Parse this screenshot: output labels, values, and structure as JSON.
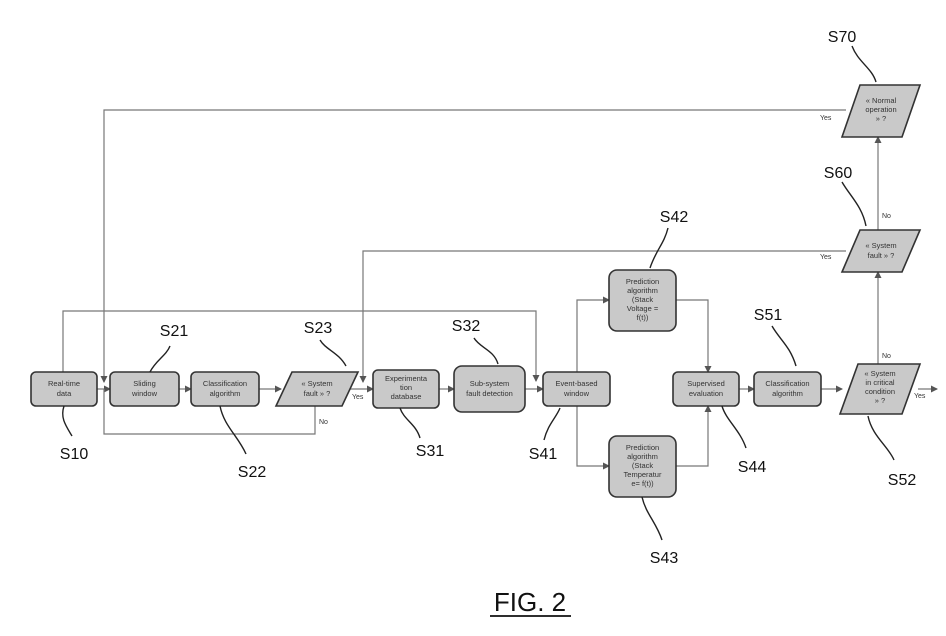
{
  "figure_title": "FIG. 2",
  "boxes": {
    "s10": [
      "Real-time",
      "data"
    ],
    "s21": [
      "Sliding",
      "window"
    ],
    "s22": [
      "Classification",
      "algorithm"
    ],
    "s23": [
      "« System",
      "fault » ?"
    ],
    "s31": [
      "Experimenta",
      "tion",
      "database"
    ],
    "s32": [
      "Sub-system",
      "fault detection"
    ],
    "s41": [
      "Event-based",
      "window"
    ],
    "s42": [
      "Prediction",
      "algorithm",
      "(Stack",
      "Voltage =",
      "f(t))"
    ],
    "s43": [
      "Prediction",
      "algorithm",
      "(Stack",
      "Temperatur",
      "e= f(t))"
    ],
    "s44": [
      "Supervised",
      "evaluation"
    ],
    "s51": [
      "Classification",
      "algorithm"
    ],
    "s52": [
      "« System",
      "in critical",
      "condition",
      "» ?"
    ],
    "s60": [
      "« System",
      "fault » ?"
    ],
    "s70": [
      "« Normal",
      "operation",
      "» ?"
    ]
  },
  "refs": {
    "s10": "S10",
    "s21": "S21",
    "s22": "S22",
    "s23": "S23",
    "s31": "S31",
    "s32": "S32",
    "s41": "S41",
    "s42": "S42",
    "s43": "S43",
    "s44": "S44",
    "s51": "S51",
    "s52": "S52",
    "s60": "S60",
    "s70": "S70"
  },
  "labels": {
    "yes": "Yes",
    "no": "No"
  }
}
